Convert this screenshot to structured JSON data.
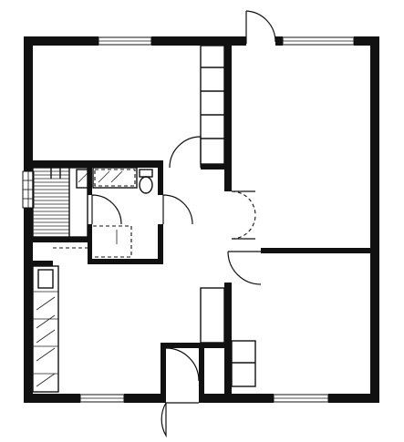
{
  "diagram": {
    "kind": "floor-plan",
    "rooms": [
      {
        "id": "bedroom-nw"
      },
      {
        "id": "living-room-ne"
      },
      {
        "id": "bathroom"
      },
      {
        "id": "stair"
      },
      {
        "id": "hallway"
      },
      {
        "id": "kitchen-sw"
      },
      {
        "id": "bedroom-se"
      }
    ],
    "colors": {
      "wall": "#111111",
      "background": "#ffffff"
    }
  }
}
